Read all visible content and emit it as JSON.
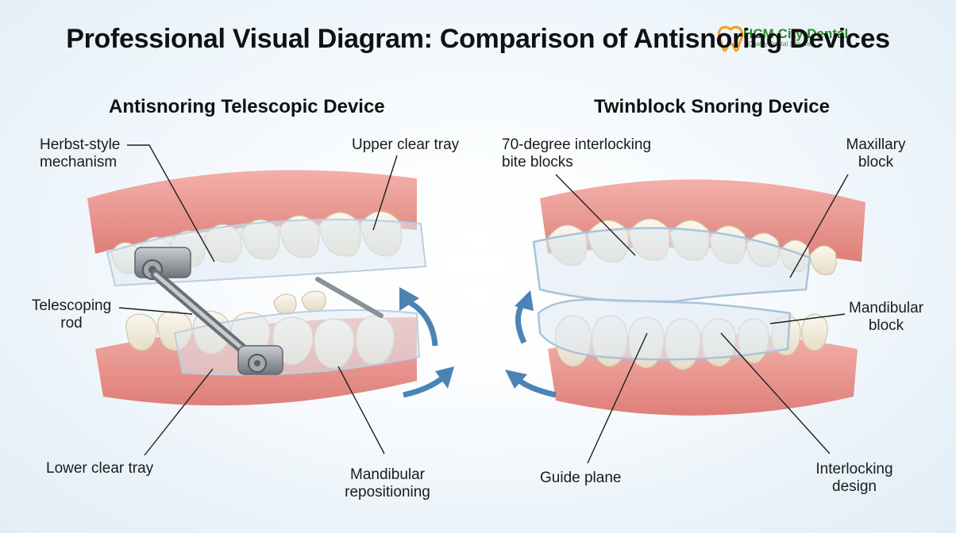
{
  "title": "Professional Visual Diagram: Comparison of Antisnoring Devices",
  "watermark": {
    "name": "HCM City Dental",
    "tagline": "Quality Dental Services"
  },
  "left_panel": {
    "title": "Antisnoring Telescopic Device",
    "labels": {
      "herbst_line1": "Herbst-style",
      "herbst_line2": "mechanism",
      "upper_tray": "Upper clear tray",
      "rod_line1": "Telescoping",
      "rod_line2": "rod",
      "lower_tray": "Lower clear tray",
      "mand_line1": "Mandibular",
      "mand_line2": "repositioning"
    }
  },
  "right_panel": {
    "title": "Twinblock Snoring Device",
    "labels": {
      "bite_line1": "70-degree interlocking",
      "bite_line2": "bite blocks",
      "max_line1": "Maxillary",
      "max_line2": "block",
      "mandb_line1": "Mandibular",
      "mandb_line2": "block",
      "guide": "Guide plane",
      "inter_line1": "Interlocking",
      "inter_line2": "design"
    }
  },
  "colors": {
    "gum": "#e8948e",
    "tooth": "#f4efe3",
    "tray": "#dfeaf3",
    "arrow": "#4b84b3",
    "metal": "#8e9399"
  }
}
